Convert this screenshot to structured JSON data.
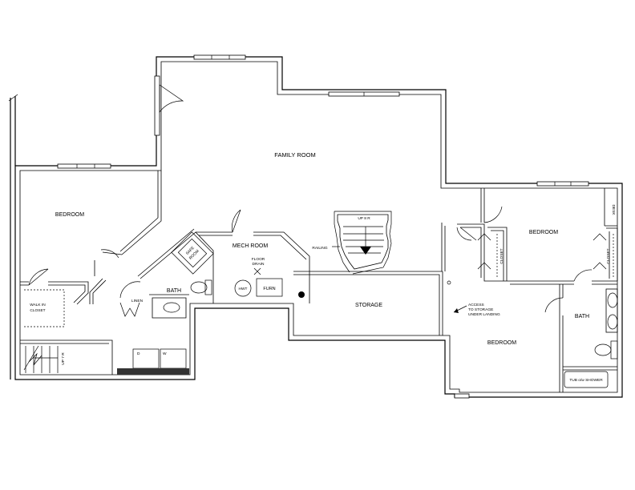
{
  "rooms": {
    "family_room": "FAMILY ROOM",
    "bedroom_left": "BEDROOM",
    "walk_in_closet": [
      "WALK IN",
      "CLOSET"
    ],
    "mech_room": "MECH ROOM",
    "floor_drain": [
      "FLOOR",
      "DRAIN"
    ],
    "bath_center": "BATH",
    "linen": "LINEN",
    "hwt": "HWT",
    "furn": "FURN",
    "storage": "STORAGE",
    "bedroom_right_top": "BEDROOM",
    "desk": "DESK",
    "closet_1": "CLOSET",
    "closet_2": "CLOSET",
    "bath_right": "BATH",
    "bedroom_right_bottom": "BEDROOM",
    "tub": "TUB o/w SHOWER"
  },
  "stairs": {
    "up_label": "UP 8 R",
    "up_left": "UP 7 R",
    "railing": "RAILING"
  },
  "annotations": {
    "access": [
      "ACCESS",
      "TO STORAGE",
      "UNDER LANDING"
    ],
    "box_text": [
      "SAFE",
      "ROOM"
    ],
    "appliances": [
      "D",
      "W"
    ]
  }
}
